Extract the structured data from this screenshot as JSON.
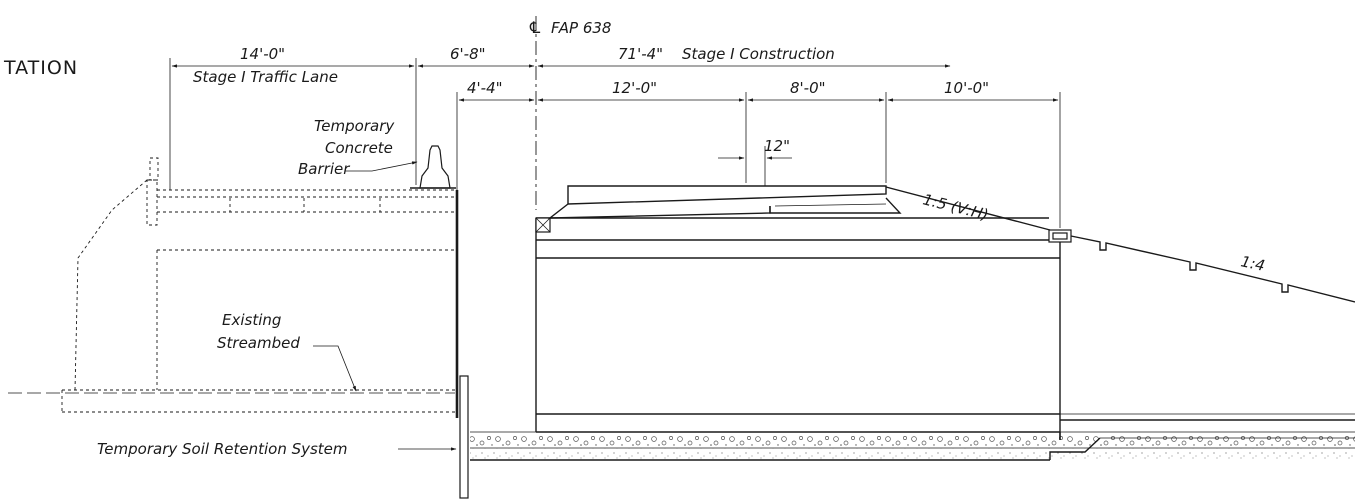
{
  "title_fragment": "TATION",
  "centerline": {
    "symbol": "℄",
    "label": "FAP 638"
  },
  "dimensions": {
    "traffic_lane_width": "14'-0\"",
    "traffic_lane_label": "Stage I Traffic Lane",
    "offset_a": "6'-8\"",
    "construction_width": "71'-4\"",
    "construction_label": "Stage I Construction",
    "offset_b": "4'-4\"",
    "seg_1": "12'-0\"",
    "seg_2": "8'-0\"",
    "seg_3": "10'-0\"",
    "small": "12\""
  },
  "annotations": {
    "barrier_line1": "Temporary",
    "barrier_line2": "Concrete",
    "barrier_line3": "Barrier",
    "slope_a": "1:5 (V:H)",
    "slope_b": "1:4",
    "streambed_line1": "Existing",
    "streambed_line2": "Streambed",
    "soil_retention": "Temporary Soil Retention System"
  }
}
